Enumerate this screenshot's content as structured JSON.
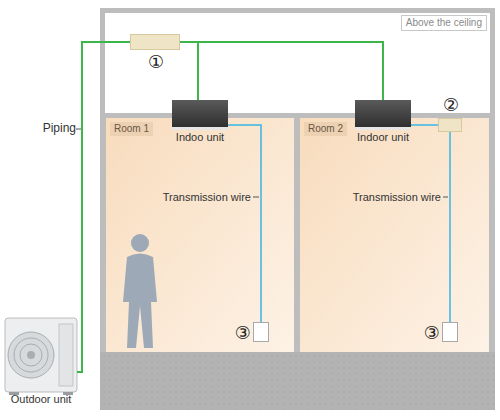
{
  "diagram": {
    "nodes": [
      {
        "text": [
          "Above the ceiling"
        ]
      },
      {
        "text": [
          "①"
        ],
        "in": 0
      },
      {
        "text": [
          "Indoo unit"
        ]
      },
      {
        "text": [
          "Indoor unit"
        ]
      },
      {
        "text": [
          "②"
        ]
      },
      {
        "text": [
          "Room 1"
        ]
      },
      {
        "text": [
          "③"
        ],
        "in": 5
      },
      {
        "text": [
          "Room 2"
        ]
      },
      {
        "text": [
          "③"
        ],
        "in": 7
      },
      {
        "text": [
          "Outdoor unit"
        ]
      }
    ],
    "edges": [
      {
        "from": 9,
        "to": 1,
        "arrow": "none"
      },
      {
        "from": 1,
        "to": 2,
        "arrow": "none"
      },
      {
        "from": 1,
        "to": 3,
        "arrow": "none"
      },
      {
        "from": 2,
        "to": 6,
        "arrow": "none"
      },
      {
        "from": 3,
        "to": 4,
        "arrow": "none"
      },
      {
        "from": 4,
        "to": 8,
        "arrow": "none"
      }
    ],
    "labels": [
      "Piping",
      "Transmission wire",
      "Transmission wire"
    ]
  }
}
